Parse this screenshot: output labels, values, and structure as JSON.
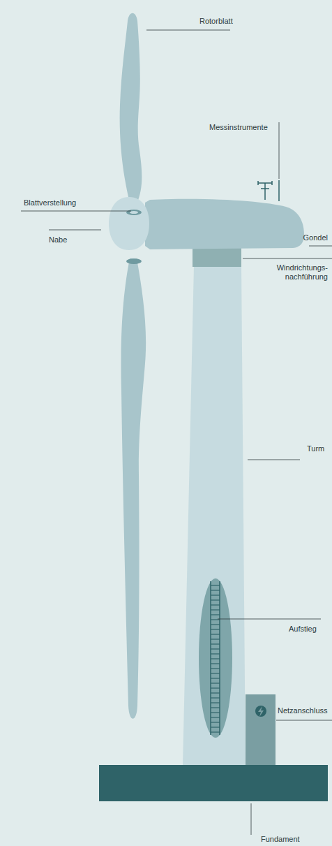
{
  "diagram": {
    "labels": [
      "Rotorblatt",
      "Messinstrumente",
      "Blattverstellung",
      "Nabe",
      "Gondel",
      "Windrichtungs- nachführung",
      "Turm",
      "Aufstieg",
      "Netzanschluss",
      "Fundament"
    ]
  }
}
